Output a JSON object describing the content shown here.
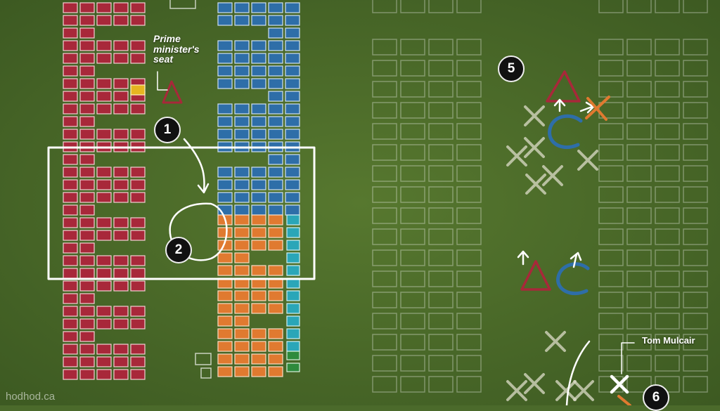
{
  "labels": {
    "pm_seat": "Prime minister's seat",
    "tom": "Tom Mulcair"
  },
  "markers": [
    "1",
    "2",
    "5",
    "6"
  ],
  "watermark": "hodhod.ca",
  "colors": {
    "field": "#4b6a2b",
    "conservative": "#a8283a",
    "ndp": "#2e6ea8",
    "liberal": "#e07a30",
    "bloc": "#2aa6b8",
    "green": "#2e8a3c",
    "pm_seat": "#e6b520",
    "chalk": "#ffffff"
  },
  "icons": [
    "triangle-icon",
    "c-shape-icon",
    "x-mark-icon",
    "arrow-icon"
  ]
}
